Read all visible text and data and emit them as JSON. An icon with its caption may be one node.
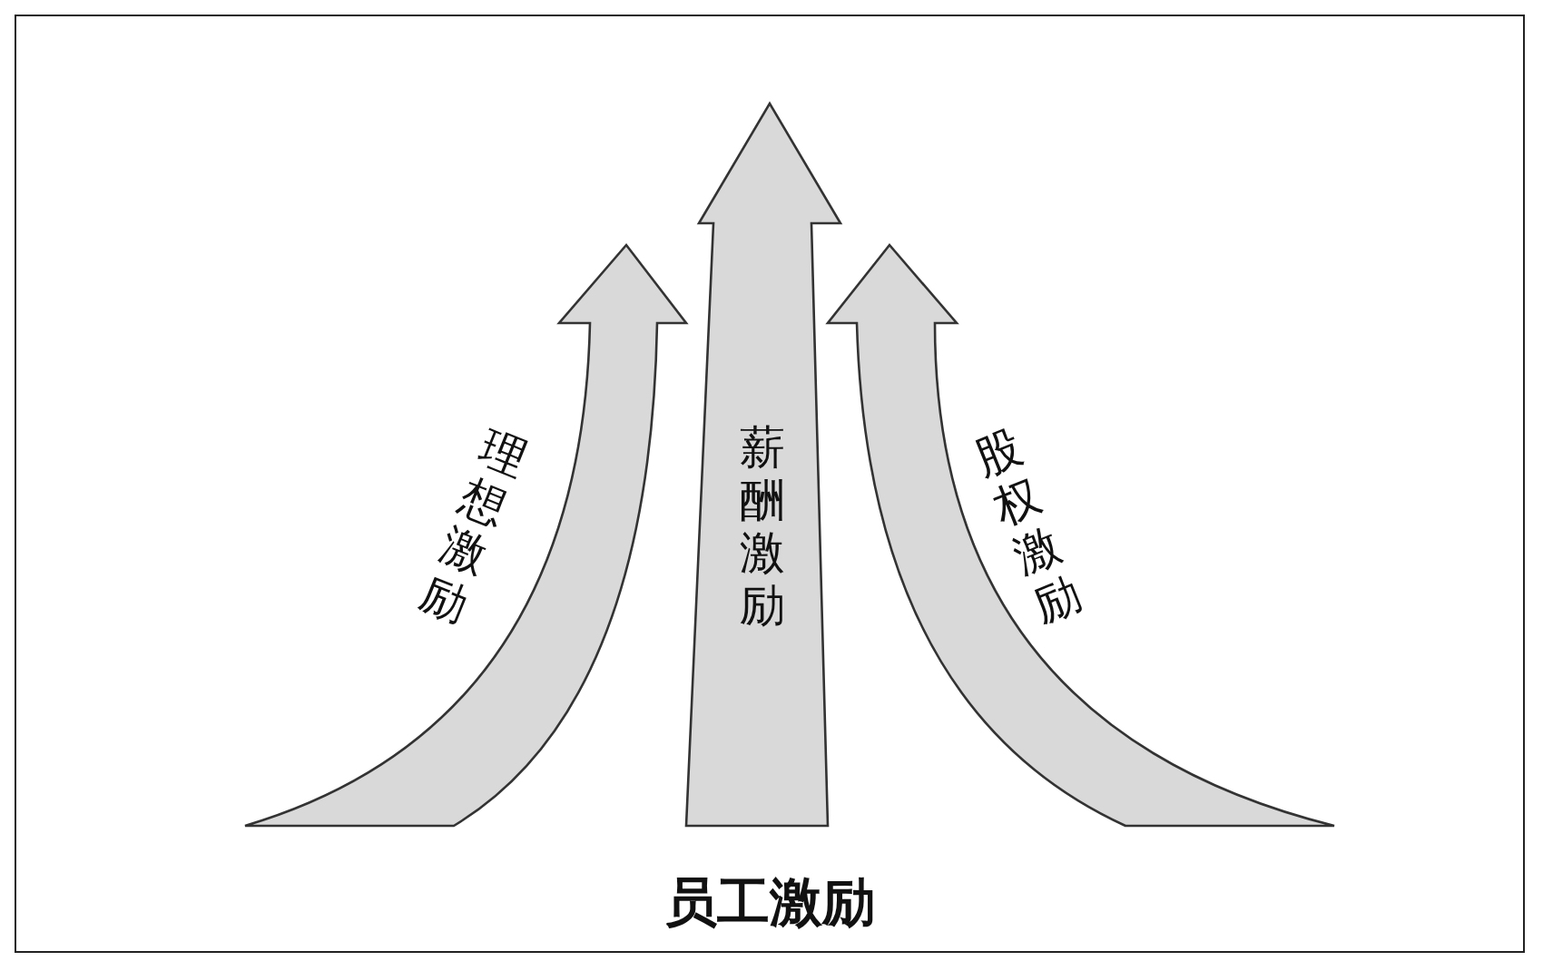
{
  "diagram": {
    "caption": "员工激励",
    "nodes": [
      {
        "text": [
          "理想激励"
        ]
      },
      {
        "text": [
          "薪酬激励"
        ]
      },
      {
        "text": [
          "股权激励"
        ]
      }
    ]
  }
}
